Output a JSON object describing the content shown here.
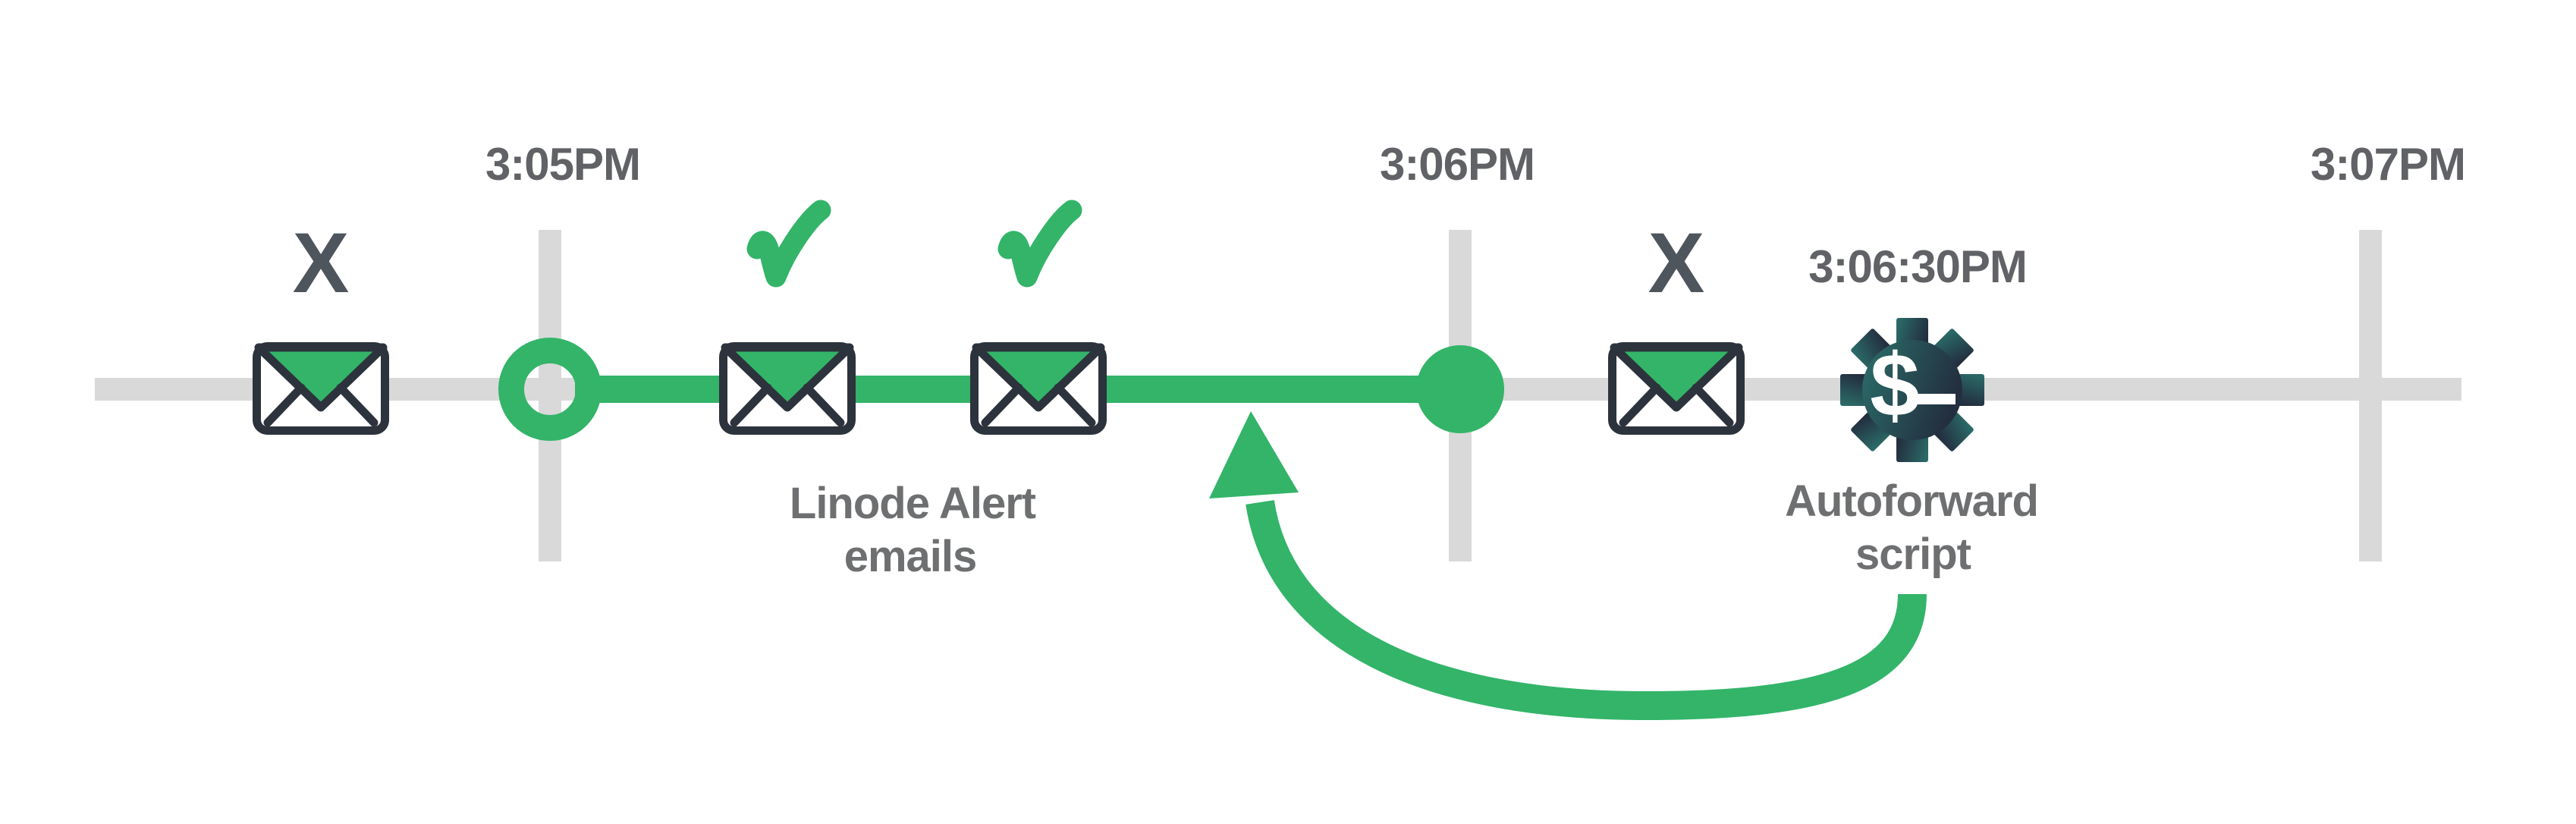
{
  "diagram_type": "timeline",
  "background": "#ffffff",
  "colors": {
    "accent_green": "#33b469",
    "track_gray": "#d9d9d9",
    "time_label_gray": "#606266",
    "caption_gray": "#6e6f71",
    "x_mark_gray": "#4f555d",
    "envelope_outline": "#2d333c",
    "envelope_flap_green": "#33b469",
    "gear_gradient_start": "#2b6f6a",
    "gear_gradient_end": "#232f3f",
    "gear_glyph_white": "#ffffff"
  },
  "timeline": {
    "tick_labels": [
      {
        "text": "3:05PM"
      },
      {
        "text": "3:06PM"
      },
      {
        "text": "3:07PM"
      }
    ],
    "event_time_label": {
      "text": "3:06:30PM"
    },
    "start_node": "ring-node",
    "end_node": "dot-node"
  },
  "x_marks": [
    {
      "text": "X"
    },
    {
      "text": "X"
    }
  ],
  "gear": {
    "dollar_glyph": "$"
  },
  "captions": {
    "alert_emails": {
      "line1": "Linode Alert",
      "line2": "emails"
    },
    "autoforward": {
      "line1": "Autoforward",
      "line2": "script"
    }
  },
  "icons": {
    "blocked_email_left": "envelope-icon with x-mark-icon",
    "delivered_email_1": "envelope-icon with checkmark-icon",
    "delivered_email_2": "envelope-icon with checkmark-icon",
    "blocked_email_right": "envelope-icon with x-mark-icon",
    "script_icon": "gear-dollar-prompt-icon",
    "loop_arrow": "curved-arrow-icon"
  }
}
